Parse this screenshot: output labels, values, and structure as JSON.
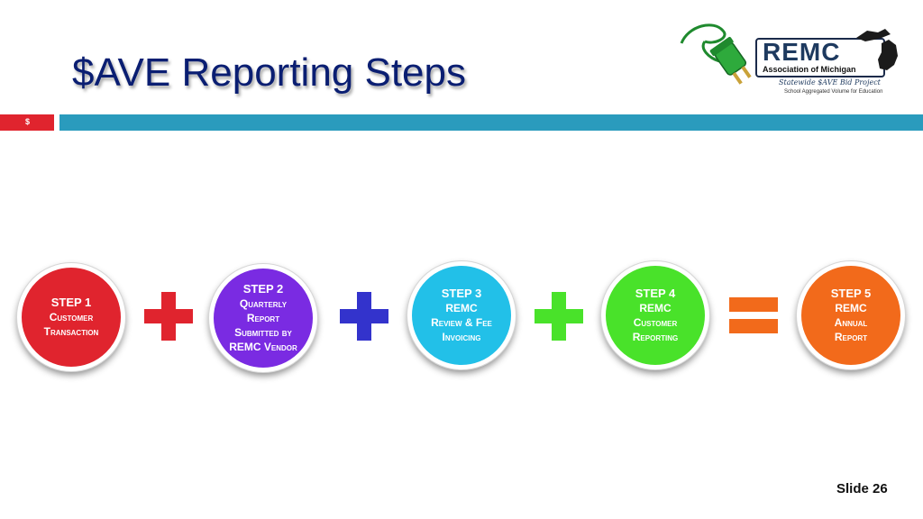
{
  "slide": {
    "title": "$AVE Reporting Steps",
    "marker": "$",
    "number_label": "Slide 26"
  },
  "logo": {
    "main": "REMC",
    "sub": "Association of Michigan",
    "tagline": "Statewide $AVE Bid Project",
    "tagline_small": "School Aggregated Volume for Education"
  },
  "steps": [
    {
      "head": "STEP 1",
      "lines": [
        "Customer",
        "Transaction"
      ],
      "color": "#e0242e"
    },
    {
      "head": "STEP 2",
      "lines": [
        "Quarterly",
        "Report",
        "Submitted by",
        "REMC Vendor"
      ],
      "color": "#7a2be2"
    },
    {
      "head": "STEP 3",
      "lines": [
        "REMC",
        "Review & Fee",
        "Invoicing"
      ],
      "color": "#22c0e8"
    },
    {
      "head": "STEP 4",
      "lines": [
        "REMC",
        "Customer",
        "Reporting"
      ],
      "color": "#49e22a"
    },
    {
      "head": "STEP 5",
      "lines": [
        "REMC",
        "Annual",
        "Report"
      ],
      "color": "#f26a1b"
    }
  ],
  "operators": [
    {
      "symbol": "plus",
      "color": "#e0242e"
    },
    {
      "symbol": "plus",
      "color": "#3333cc"
    },
    {
      "symbol": "plus",
      "color": "#49e22a"
    },
    {
      "symbol": "equals",
      "color": "#f26a1b"
    }
  ]
}
